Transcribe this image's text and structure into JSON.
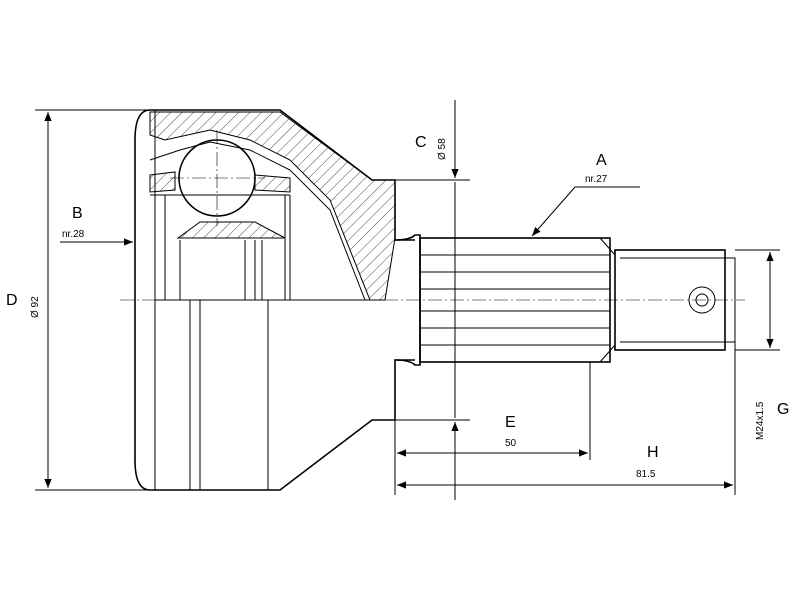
{
  "dimensions": {
    "A": {
      "letter": "A",
      "value": "nr.27"
    },
    "B": {
      "letter": "B",
      "value": "nr.28"
    },
    "C": {
      "letter": "C",
      "value": "Ø 58"
    },
    "D": {
      "letter": "D",
      "value": "Ø 92"
    },
    "E": {
      "letter": "E",
      "value": "50"
    },
    "G": {
      "letter": "G",
      "value": "M24x1.5"
    },
    "H": {
      "letter": "H",
      "value": "81.5"
    }
  }
}
